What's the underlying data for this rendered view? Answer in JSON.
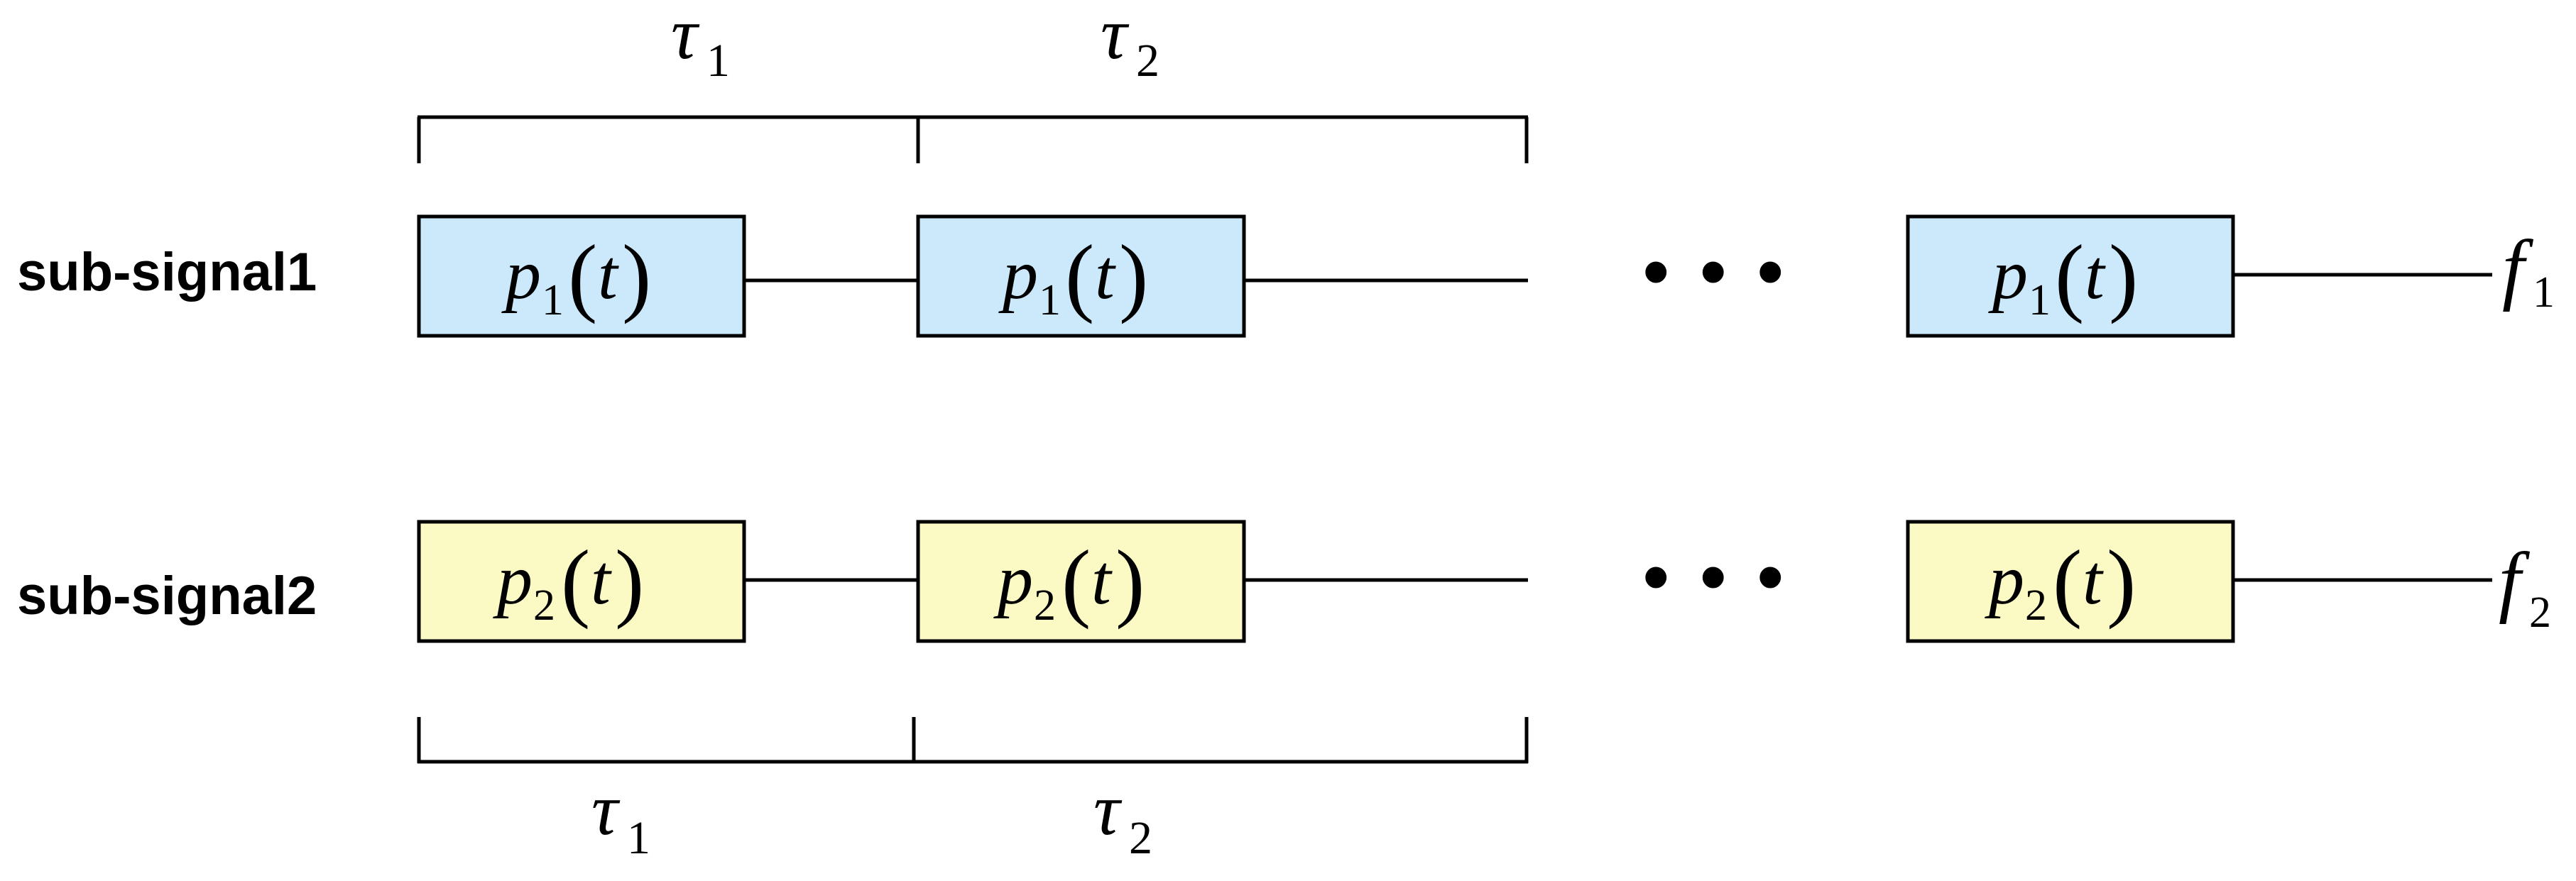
{
  "colors": {
    "row1_fill": "#cce9fb",
    "row2_fill": "#fbf9c4",
    "stroke": "#000000"
  },
  "rows": [
    {
      "label": "sub-signal1",
      "box_symbol": "p",
      "box_subscript": "1",
      "box_argument": "t",
      "end_symbol": "f",
      "end_subscript": "1",
      "ellipsis": "•••"
    },
    {
      "label": "sub-signal2",
      "box_symbol": "p",
      "box_subscript": "2",
      "box_argument": "t",
      "end_symbol": "f",
      "end_subscript": "2",
      "ellipsis": "•••"
    }
  ],
  "intervals_top": [
    {
      "symbol": "τ",
      "subscript": "1"
    },
    {
      "symbol": "τ",
      "subscript": "2"
    }
  ],
  "intervals_bottom": [
    {
      "symbol": "τ",
      "subscript": "1"
    },
    {
      "symbol": "τ",
      "subscript": "2"
    }
  ]
}
